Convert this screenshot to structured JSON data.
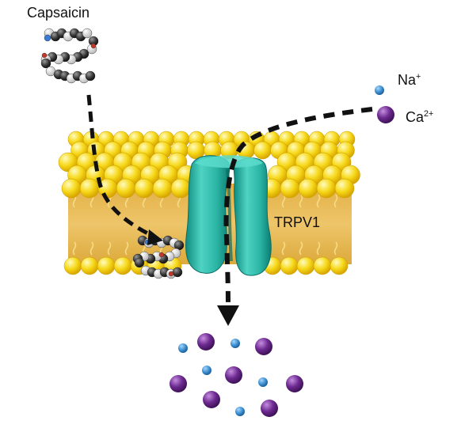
{
  "labels": {
    "capsaicin": "Capsaicin",
    "channel": "TRPV1",
    "sodium": {
      "symbol": "Na",
      "charge": "+"
    },
    "calcium": {
      "symbol": "Ca",
      "charge": "2+"
    }
  },
  "colors": {
    "head_light": "#fff9a8",
    "head_dark": "#e2b300",
    "membrane_core": "#e7bb53",
    "tail_line": "#f4d87a",
    "channel_light": "#4fd0c0",
    "channel_dark": "#0f8f83",
    "sodium": "#3c8fd0",
    "calcium": "#6d2a90",
    "arrow": "#111111"
  },
  "icons": [
    "capsaicin-molecule-icon",
    "sodium-ion-icon",
    "calcium-ion-icon",
    "trpv1-channel-icon"
  ]
}
